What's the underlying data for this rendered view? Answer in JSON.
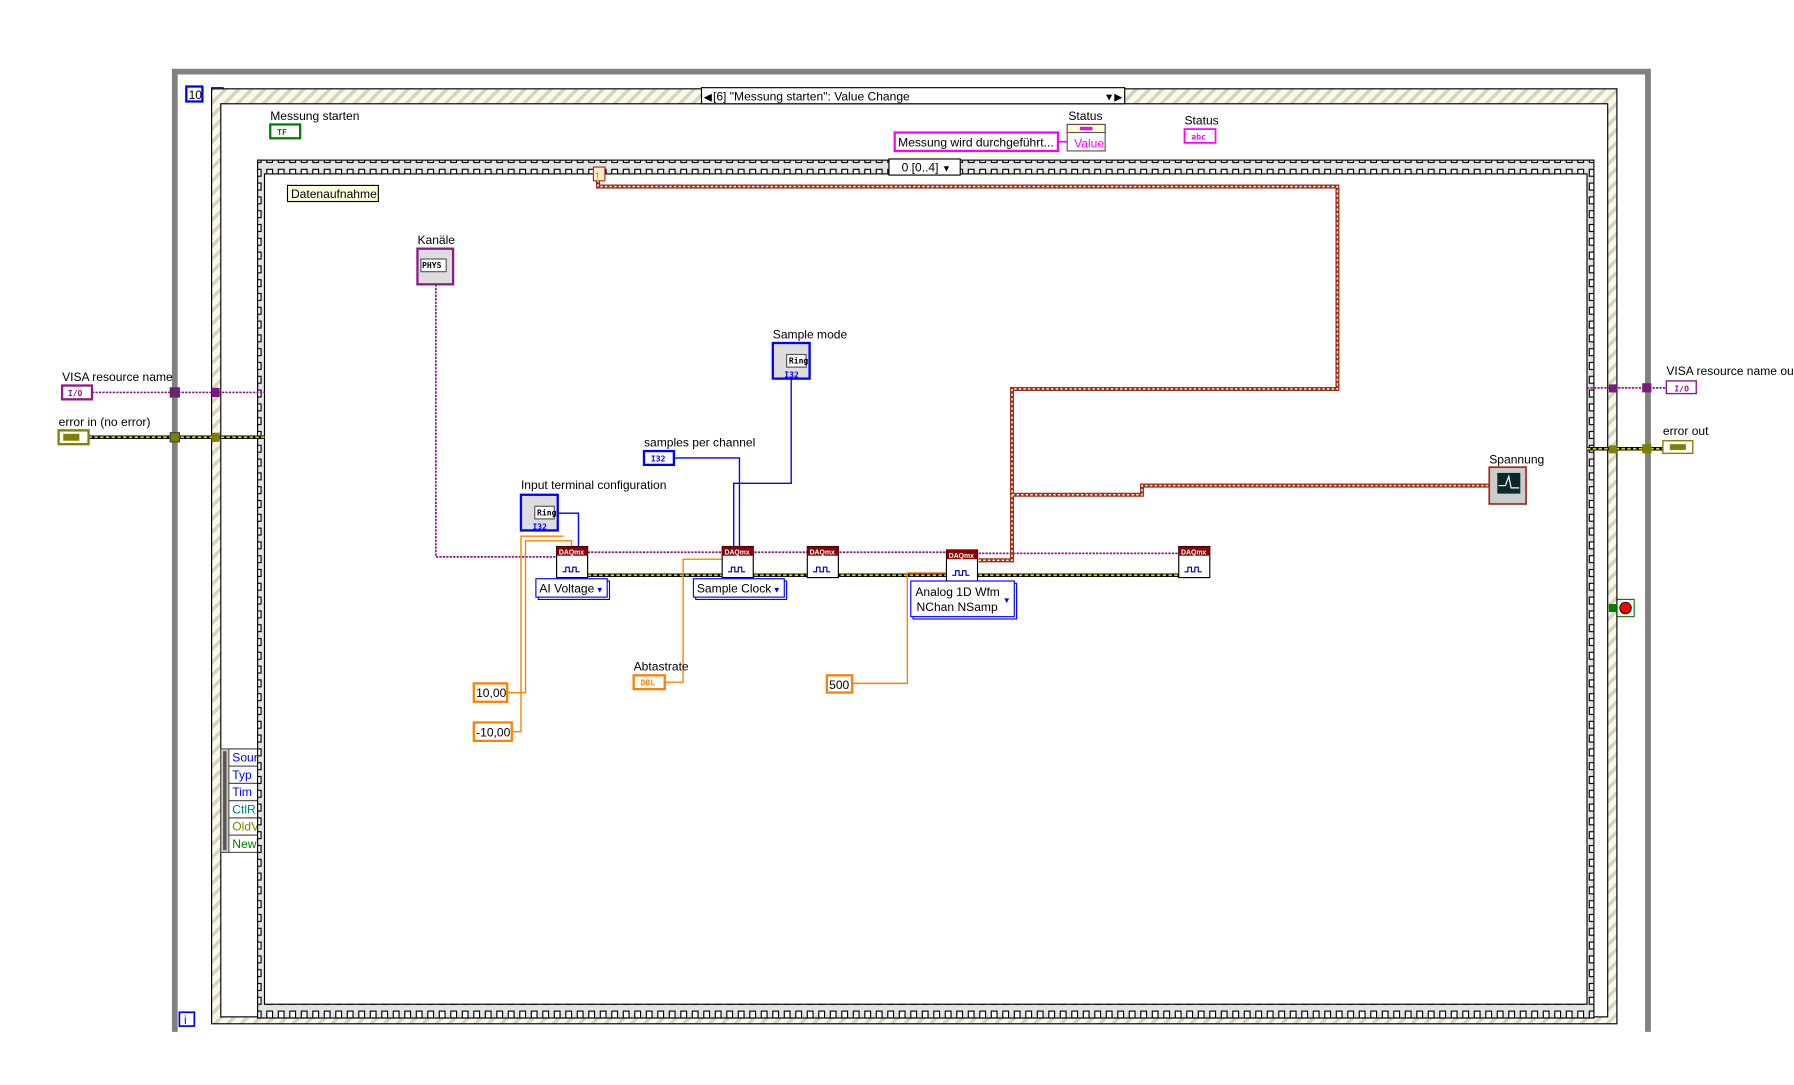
{
  "while_loop": {
    "count_label": "10",
    "info_label": "i"
  },
  "event_structure": {
    "case_selector": "[6] \"Messung starten\": Value Change",
    "event_data_items": [
      "Sour",
      "Typ",
      "Tim",
      "CtlR",
      "OldV",
      "NewV"
    ]
  },
  "sequence": {
    "selector": "0 [0..4]",
    "comment": "Datenaufnahme"
  },
  "controls": {
    "messung_starten": {
      "label": "Messung starten",
      "type": "TF"
    },
    "visa_in": {
      "label": "VISA resource name",
      "type": "I/O"
    },
    "error_in": {
      "label": "error in (no error)"
    },
    "kanaele": {
      "label": "Kanäle",
      "type": "PHYS"
    },
    "sample_mode": {
      "label": "Sample mode",
      "type": "Ring",
      "repr": "I32"
    },
    "samples_per_channel": {
      "label": "samples per channel",
      "type": "I32"
    },
    "input_terminal_config": {
      "label": "Input terminal configuration",
      "type": "Ring",
      "repr": "I32"
    },
    "abtastrate": {
      "label": "Abtastrate",
      "type": "DBL"
    }
  },
  "indicators": {
    "visa_out": {
      "label": "VISA resource name out",
      "type": "I/O"
    },
    "error_out": {
      "label": "error out"
    },
    "status": {
      "label": "Status",
      "type": "abc"
    },
    "spannung": {
      "label": "Spannung"
    }
  },
  "status_property": {
    "label": "Status",
    "property": "Value"
  },
  "constants": {
    "status_text": "Messung wird durchgeführt...",
    "max": "10,00",
    "min": "-10,00",
    "samples": "500"
  },
  "daqmx_nodes": {
    "header": "DAQmx",
    "create_channel_enum": "AI Voltage",
    "timing_enum": "Sample Clock",
    "read_enum_line1": "Analog 1D Wfm",
    "read_enum_line2": "NChan NSamp"
  },
  "colors": {
    "loop_frame": "#808080",
    "task_wire": "#8b1a8b",
    "error_wire": "#c8c800",
    "int_wire": "#0000ff",
    "dbl_wire": "#ff8000",
    "waveform_wire": "#a0301a",
    "string": "#ff00ff",
    "boolean": "#008000"
  }
}
